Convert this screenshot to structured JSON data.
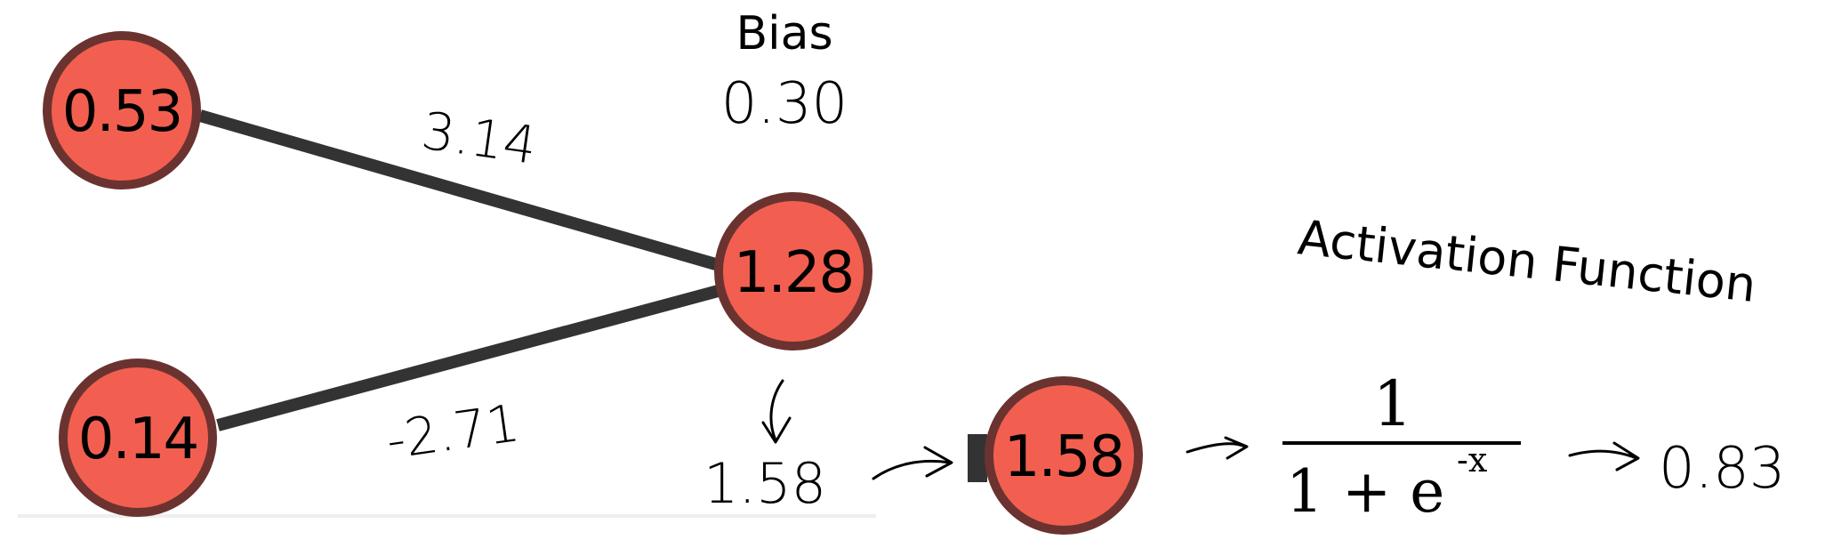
{
  "bias": {
    "title": "Bias",
    "value": "0.30"
  },
  "inputs": [
    {
      "value": "0.53"
    },
    {
      "value": "0.14"
    }
  ],
  "weights": [
    "3.14",
    "-2.71"
  ],
  "neuron": {
    "value": "1.28"
  },
  "sum_note": "1.58",
  "output_node": {
    "value": "1.58"
  },
  "activation": {
    "title": "Activation Function",
    "formula_numerator": "1",
    "formula_denominator": "1 + e",
    "formula_exponent": "-x",
    "result": "0.83"
  },
  "colors": {
    "node_fill": "#f25f50",
    "node_stroke": "#6b3330",
    "edge": "#333333"
  }
}
